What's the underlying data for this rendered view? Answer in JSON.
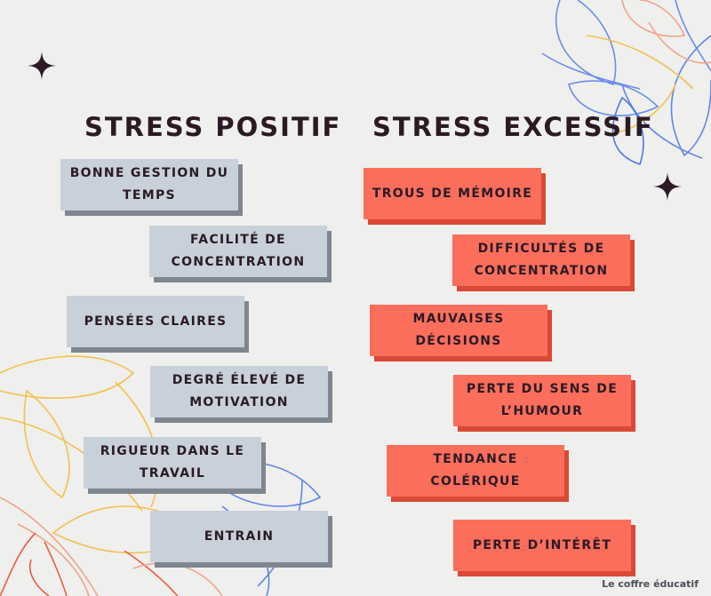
{
  "columns": {
    "positive": {
      "title": "Stress positif",
      "items": [
        "Bonne gestion du temps",
        "Facilité de concentration",
        "Pensées claires",
        "Degré élevé de motivation",
        "Rigueur dans le travail",
        "Entrain"
      ]
    },
    "excessive": {
      "title": "Stress excessif",
      "items": [
        "Trous de mémoire",
        "Difficultés de concentration",
        "Mauvaises décisions",
        "Perte du sens de l’humour",
        "Tendance colérique",
        "Perte d’intérêt"
      ]
    }
  },
  "credit": "Le coffre éducatif",
  "colors": {
    "background": "#efefee",
    "positive_card": "#c8d1da",
    "excessive_card": "#fb6e5c",
    "title_text": "#2b1a24"
  },
  "decorations": [
    "sparkle-icon",
    "sparkle-icon",
    "floral-line-art"
  ]
}
